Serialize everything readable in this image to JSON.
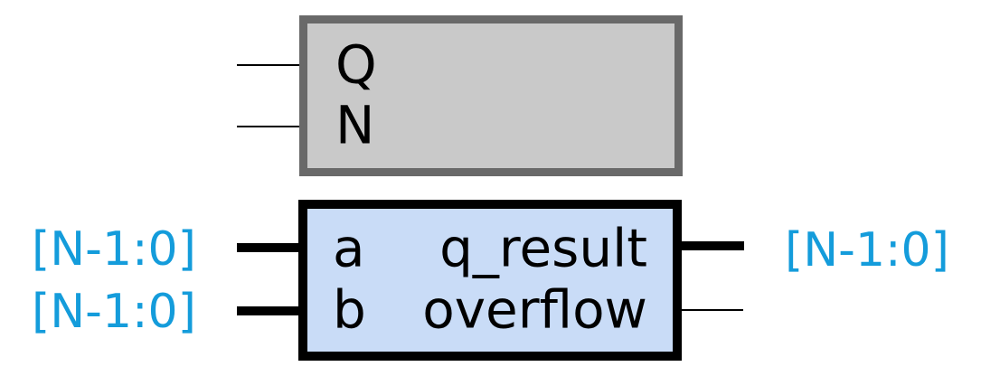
{
  "diagram": {
    "parameter_block": {
      "fill": "#c9c9c9",
      "border_color": "#696969",
      "ports": {
        "q": "Q",
        "n": "N"
      }
    },
    "module_block": {
      "fill": "#c9dcf7",
      "border_color": "#000000",
      "inputs": {
        "a": "a",
        "b": "b"
      },
      "outputs": {
        "q_result": "q_result",
        "overflow": "overflow"
      }
    },
    "bus_labels": {
      "color": "#149cdb",
      "input_a": "[N-1:0]",
      "input_b": "[N-1:0]",
      "output_q_result": "[N-1:0]"
    },
    "wire_color": "#000000"
  }
}
